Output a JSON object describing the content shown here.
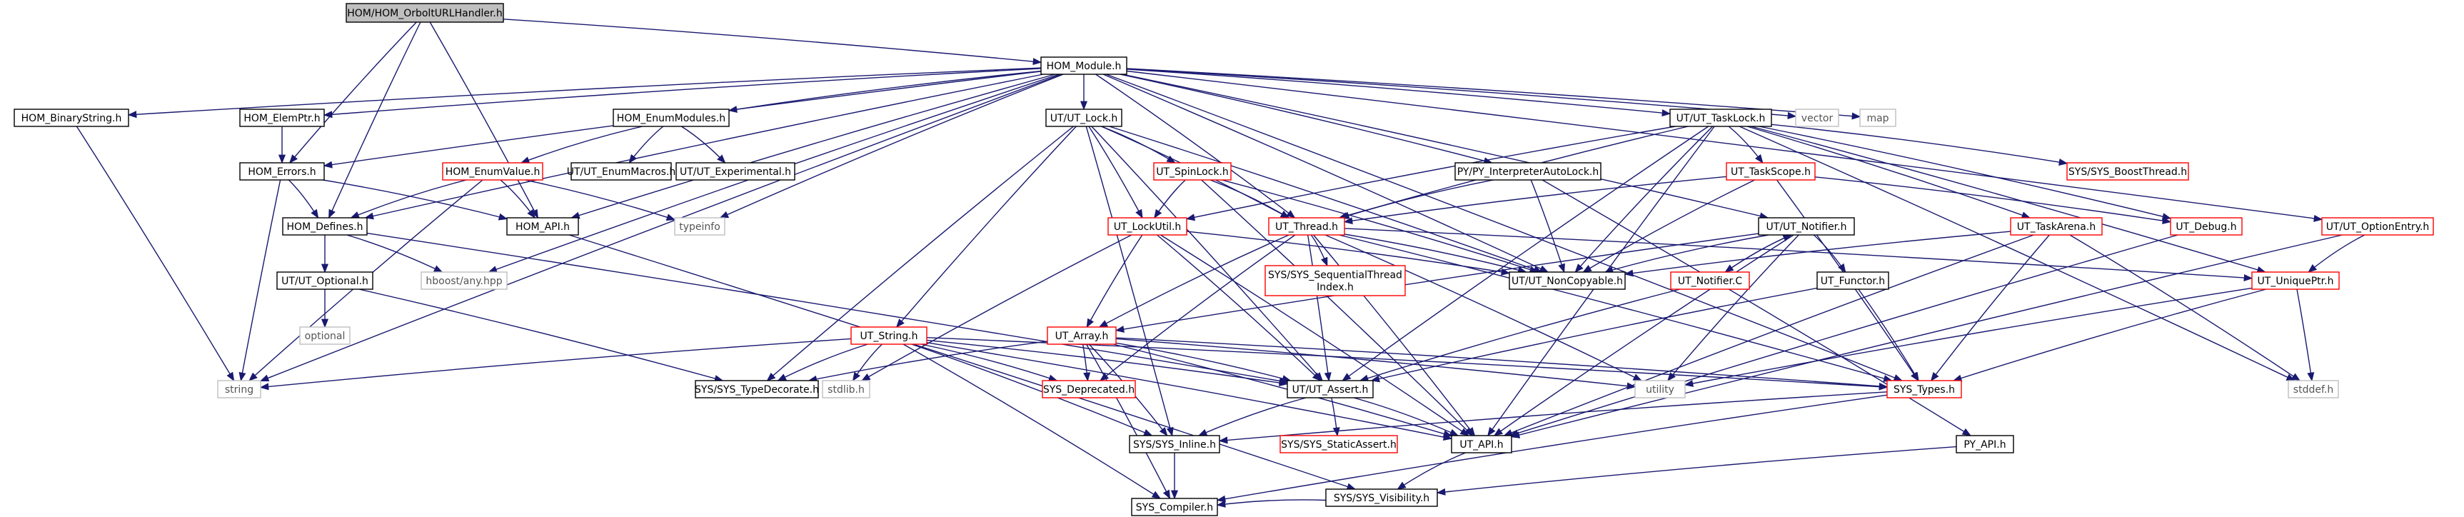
{
  "diagram": {
    "root_fill": "#bfbfbf",
    "edge_color": "#191970",
    "nodes": [
      {
        "id": "orbolt",
        "label": "HOM/HOM_OrboltURLHandler.h",
        "style": "root"
      },
      {
        "id": "module",
        "label": "HOM_Module.h",
        "style": "normal"
      },
      {
        "id": "binarystring",
        "label": "HOM_BinaryString.h",
        "style": "normal"
      },
      {
        "id": "elemptr",
        "label": "HOM_ElemPtr.h",
        "style": "normal"
      },
      {
        "id": "enummodules",
        "label": "HOM_EnumModules.h",
        "style": "normal"
      },
      {
        "id": "utlock",
        "label": "UT/UT_Lock.h",
        "style": "normal"
      },
      {
        "id": "tasklock",
        "label": "UT/UT_TaskLock.h",
        "style": "normal"
      },
      {
        "id": "vector",
        "label": "vector",
        "style": "system"
      },
      {
        "id": "map",
        "label": "map",
        "style": "system"
      },
      {
        "id": "homerrors",
        "label": "HOM_Errors.h",
        "style": "normal"
      },
      {
        "id": "enumvalue",
        "label": "HOM_EnumValue.h",
        "style": "partial"
      },
      {
        "id": "enummacros",
        "label": "UT/UT_EnumMacros.h",
        "style": "normal"
      },
      {
        "id": "experimental",
        "label": "UT/UT_Experimental.h",
        "style": "normal"
      },
      {
        "id": "spinlock",
        "label": "UT_SpinLock.h",
        "style": "partial"
      },
      {
        "id": "interplock",
        "label": "PY/PY_InterpreterAutoLock.h",
        "style": "normal"
      },
      {
        "id": "taskscope",
        "label": "UT_TaskScope.h",
        "style": "partial"
      },
      {
        "id": "boostthread",
        "label": "SYS/SYS_BoostThread.h",
        "style": "partial"
      },
      {
        "id": "homdefines",
        "label": "HOM_Defines.h",
        "style": "normal"
      },
      {
        "id": "homapi",
        "label": "HOM_API.h",
        "style": "normal"
      },
      {
        "id": "typeinfo",
        "label": "typeinfo",
        "style": "system"
      },
      {
        "id": "lockutil",
        "label": "UT_LockUtil.h",
        "style": "partial"
      },
      {
        "id": "utthread",
        "label": "UT_Thread.h",
        "style": "partial"
      },
      {
        "id": "utnotifier",
        "label": "UT/UT_Notifier.h",
        "style": "normal"
      },
      {
        "id": "taskarena",
        "label": "UT_TaskArena.h",
        "style": "partial"
      },
      {
        "id": "utdebug",
        "label": "UT_Debug.h",
        "style": "partial"
      },
      {
        "id": "optionentry",
        "label": "UT/UT_OptionEntry.h",
        "style": "partial"
      },
      {
        "id": "utoptional",
        "label": "UT/UT_Optional.h",
        "style": "normal"
      },
      {
        "id": "boostany",
        "label": "hboost/any.hpp",
        "style": "system"
      },
      {
        "id": "seqthread",
        "label": "SYS/SYS_SequentialThread\nIndex.h",
        "style": "partial"
      },
      {
        "id": "noncopyable",
        "label": "UT/UT_NonCopyable.h",
        "style": "normal"
      },
      {
        "id": "notifierc",
        "label": "UT_Notifier.C",
        "style": "partial"
      },
      {
        "id": "functor",
        "label": "UT_Functor.h",
        "style": "normal"
      },
      {
        "id": "uniqueptr",
        "label": "UT_UniquePtr.h",
        "style": "partial"
      },
      {
        "id": "utstring",
        "label": "UT_String.h",
        "style": "partial"
      },
      {
        "id": "utarray",
        "label": "UT_Array.h",
        "style": "partial"
      },
      {
        "id": "optional",
        "label": "optional",
        "style": "system"
      },
      {
        "id": "string",
        "label": "string",
        "style": "system"
      },
      {
        "id": "stdlib",
        "label": "stdlib.h",
        "style": "system"
      },
      {
        "id": "typedecorate",
        "label": "SYS/SYS_TypeDecorate.h",
        "style": "normal"
      },
      {
        "id": "deprecated",
        "label": "SYS_Deprecated.h",
        "style": "partial"
      },
      {
        "id": "utassert",
        "label": "UT/UT_Assert.h",
        "style": "normal"
      },
      {
        "id": "utility",
        "label": "utility",
        "style": "system"
      },
      {
        "id": "systypes",
        "label": "SYS_Types.h",
        "style": "partial"
      },
      {
        "id": "stddef",
        "label": "stddef.h",
        "style": "system"
      },
      {
        "id": "sysinline",
        "label": "SYS/SYS_Inline.h",
        "style": "normal"
      },
      {
        "id": "staticassert",
        "label": "SYS/SYS_StaticAssert.h",
        "style": "partial"
      },
      {
        "id": "utapi",
        "label": "UT_API.h",
        "style": "normal"
      },
      {
        "id": "pyapi",
        "label": "PY_API.h",
        "style": "normal"
      },
      {
        "id": "visibility",
        "label": "SYS/SYS_Visibility.h",
        "style": "normal"
      },
      {
        "id": "compiler",
        "label": "SYS_Compiler.h",
        "style": "normal"
      }
    ],
    "edges": [
      [
        "orbolt",
        "module"
      ],
      [
        "orbolt",
        "homerrors"
      ],
      [
        "orbolt",
        "homdefines"
      ],
      [
        "orbolt",
        "homapi"
      ],
      [
        "module",
        "binarystring"
      ],
      [
        "module",
        "elemptr"
      ],
      [
        "module",
        "enummodules"
      ],
      [
        "module",
        "utlock"
      ],
      [
        "module",
        "tasklock"
      ],
      [
        "module",
        "vector"
      ],
      [
        "module",
        "map"
      ],
      [
        "module",
        "homerrors"
      ],
      [
        "module",
        "homdefines"
      ],
      [
        "module",
        "homapi"
      ],
      [
        "module",
        "interplock"
      ],
      [
        "module",
        "utthread"
      ],
      [
        "module",
        "utnotifier"
      ],
      [
        "module",
        "optionentry"
      ],
      [
        "module",
        "boostany"
      ],
      [
        "module",
        "string"
      ],
      [
        "module",
        "typeinfo"
      ],
      [
        "module",
        "noncopyable"
      ],
      [
        "module",
        "systypes"
      ],
      [
        "binarystring",
        "string"
      ],
      [
        "elemptr",
        "homerrors"
      ],
      [
        "enummodules",
        "enumvalue"
      ],
      [
        "enummodules",
        "enummacros"
      ],
      [
        "enummodules",
        "experimental"
      ],
      [
        "homerrors",
        "homdefines"
      ],
      [
        "homerrors",
        "homapi"
      ],
      [
        "homerrors",
        "string"
      ],
      [
        "enumvalue",
        "homdefines"
      ],
      [
        "enumvalue",
        "homapi"
      ],
      [
        "enumvalue",
        "typeinfo"
      ],
      [
        "enumvalue",
        "string"
      ],
      [
        "utlock",
        "spinlock"
      ],
      [
        "utlock",
        "lockutil"
      ],
      [
        "utlock",
        "utthread"
      ],
      [
        "utlock",
        "utstring"
      ],
      [
        "utlock",
        "utassert"
      ],
      [
        "utlock",
        "noncopyable"
      ],
      [
        "utlock",
        "typedecorate"
      ],
      [
        "utlock",
        "sysinline"
      ],
      [
        "spinlock",
        "lockutil"
      ],
      [
        "spinlock",
        "utthread"
      ],
      [
        "spinlock",
        "noncopyable"
      ],
      [
        "spinlock",
        "utapi"
      ],
      [
        "tasklock",
        "lockutil"
      ],
      [
        "tasklock",
        "utthread"
      ],
      [
        "tasklock",
        "taskscope"
      ],
      [
        "tasklock",
        "taskarena"
      ],
      [
        "tasklock",
        "boostthread"
      ],
      [
        "tasklock",
        "utdebug"
      ],
      [
        "tasklock",
        "noncopyable"
      ],
      [
        "tasklock",
        "uniqueptr"
      ],
      [
        "tasklock",
        "utassert"
      ],
      [
        "tasklock",
        "utapi"
      ],
      [
        "tasklock",
        "stddef"
      ],
      [
        "interplock",
        "utthread"
      ],
      [
        "interplock",
        "noncopyable"
      ],
      [
        "interplock",
        "pyapi"
      ],
      [
        "taskscope",
        "utthread"
      ],
      [
        "taskscope",
        "noncopyable"
      ],
      [
        "taskscope",
        "utdebug"
      ],
      [
        "taskscope",
        "systypes"
      ],
      [
        "homdefines",
        "boostany"
      ],
      [
        "homdefines",
        "utoptional"
      ],
      [
        "homdefines",
        "utassert"
      ],
      [
        "homapi",
        "visibility"
      ],
      [
        "lockutil",
        "utarray"
      ],
      [
        "lockutil",
        "utassert"
      ],
      [
        "lockutil",
        "noncopyable"
      ],
      [
        "lockutil",
        "utapi"
      ],
      [
        "lockutil",
        "stdlib"
      ],
      [
        "utthread",
        "utarray"
      ],
      [
        "utthread",
        "seqthread"
      ],
      [
        "utthread",
        "noncopyable"
      ],
      [
        "utthread",
        "uniqueptr"
      ],
      [
        "utthread",
        "utassert"
      ],
      [
        "utthread",
        "utapi"
      ],
      [
        "utthread",
        "systypes"
      ],
      [
        "utthread",
        "deprecated"
      ],
      [
        "utthread",
        "utility"
      ],
      [
        "utnotifier",
        "noncopyable"
      ],
      [
        "utnotifier",
        "notifierc"
      ],
      [
        "utnotifier",
        "functor"
      ],
      [
        "utnotifier",
        "utarray"
      ],
      [
        "utnotifier",
        "utility"
      ],
      [
        "utnotifier",
        "utapi"
      ],
      [
        "notifierc",
        "utnotifier"
      ],
      [
        "notifierc",
        "utassert"
      ],
      [
        "taskarena",
        "noncopyable"
      ],
      [
        "taskarena",
        "systypes"
      ],
      [
        "taskarena",
        "utapi"
      ],
      [
        "taskarena",
        "stddef"
      ],
      [
        "utdebug",
        "utapi"
      ],
      [
        "optionentry",
        "uniqueptr"
      ],
      [
        "optionentry",
        "utapi"
      ],
      [
        "utoptional",
        "optional"
      ],
      [
        "utoptional",
        "typedecorate"
      ],
      [
        "functor",
        "utassert"
      ],
      [
        "functor",
        "systypes"
      ],
      [
        "uniqueptr",
        "utility"
      ],
      [
        "uniqueptr",
        "stddef"
      ],
      [
        "uniqueptr",
        "systypes"
      ],
      [
        "utstring",
        "string"
      ],
      [
        "utstring",
        "typedecorate"
      ],
      [
        "utstring",
        "deprecated"
      ],
      [
        "utstring",
        "utassert"
      ],
      [
        "utstring",
        "utapi"
      ],
      [
        "utstring",
        "sysinline"
      ],
      [
        "utstring",
        "compiler"
      ],
      [
        "utstring",
        "systypes"
      ],
      [
        "utstring",
        "stdlib"
      ],
      [
        "utarray",
        "deprecated"
      ],
      [
        "utarray",
        "utassert"
      ],
      [
        "utarray",
        "utapi"
      ],
      [
        "utarray",
        "sysinline"
      ],
      [
        "utarray",
        "systypes"
      ],
      [
        "utarray",
        "utility"
      ],
      [
        "utarray",
        "compiler"
      ],
      [
        "utarray",
        "typedecorate"
      ],
      [
        "utassert",
        "utapi"
      ],
      [
        "utassert",
        "sysinline"
      ],
      [
        "utassert",
        "staticassert"
      ],
      [
        "systypes",
        "sysinline"
      ],
      [
        "systypes",
        "compiler"
      ],
      [
        "sysinline",
        "compiler"
      ],
      [
        "utapi",
        "visibility"
      ],
      [
        "pyapi",
        "visibility"
      ],
      [
        "visibility",
        "compiler"
      ]
    ]
  }
}
